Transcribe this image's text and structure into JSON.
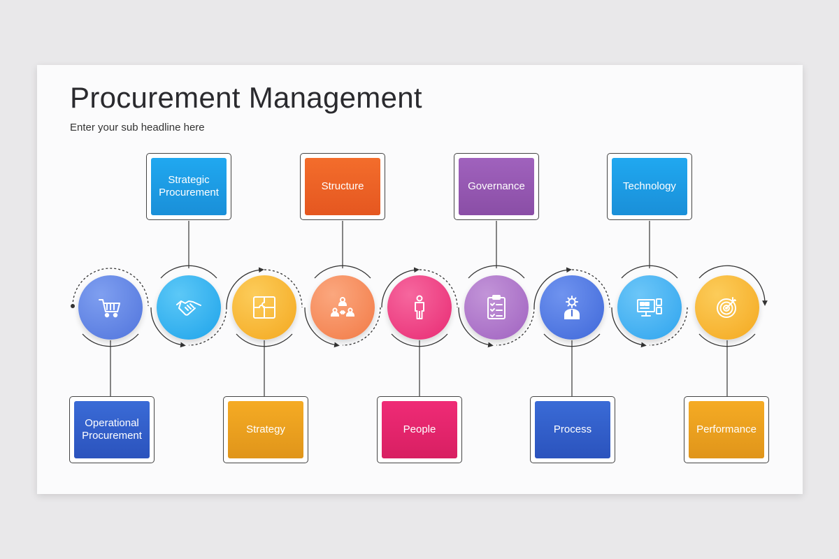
{
  "header": {
    "title": "Procurement Management",
    "subtitle": "Enter your sub headline here"
  },
  "top_boxes": [
    {
      "label": "Strategic Procurement",
      "color": "#1e9be4"
    },
    {
      "label": "Structure",
      "color": "#ee6327"
    },
    {
      "label": "Governance",
      "color": "#9356ae"
    },
    {
      "label": "Technology",
      "color": "#1e9be4"
    }
  ],
  "bottom_boxes": [
    {
      "label": "Operational Procurement",
      "color": "#2f5dc9"
    },
    {
      "label": "Strategy",
      "color": "#f0a21c"
    },
    {
      "label": "People",
      "color": "#e8236c"
    },
    {
      "label": "Process",
      "color": "#2f5dc9"
    },
    {
      "label": "Performance",
      "color": "#f0a21c"
    }
  ],
  "nodes": [
    {
      "icon": "shopping-cart-icon",
      "color": "#5f83e4"
    },
    {
      "icon": "handshake-icon",
      "color": "#2fb1ef"
    },
    {
      "icon": "puzzle-icon",
      "color": "#f7b52c"
    },
    {
      "icon": "team-network-icon",
      "color": "#f58b58"
    },
    {
      "icon": "person-icon",
      "color": "#ef3f84"
    },
    {
      "icon": "clipboard-checklist-icon",
      "color": "#a465c2"
    },
    {
      "icon": "gear-person-icon",
      "color": "#4874e0"
    },
    {
      "icon": "monitor-dashboard-icon",
      "color": "#35a9ef"
    },
    {
      "icon": "target-icon",
      "color": "#f7b52c"
    }
  ]
}
